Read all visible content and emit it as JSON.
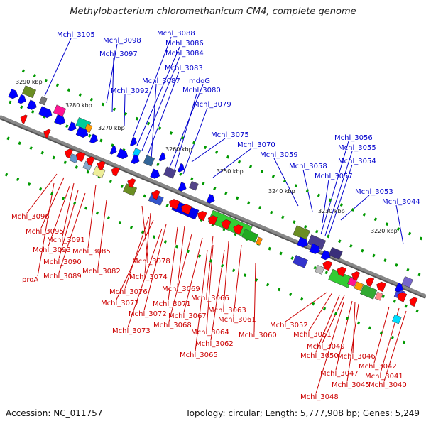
{
  "title": "Methylobacterium chloromethanicum CM4, complete genome",
  "footer": {
    "accession": "Accession: NC_011757",
    "topology": "Topology: circular; Length: 5,777,908 bp; Genes: 5,249"
  },
  "colors": {
    "top_labels": "#0000cc",
    "bottom_labels": "#cc0000",
    "backbone": "#888888",
    "forward_genes": "#0000ff",
    "reverse_genes": "#ff0000",
    "ticks": "#009900"
  },
  "ticks": [
    "3290 kbp",
    "3280 kbp",
    "3270 kbp",
    "3260 kbp",
    "3250 kbp",
    "3240 kbp",
    "3230 kbp",
    "3220 kbp"
  ],
  "top_labels": [
    "Mchl_3105",
    "Mchl_3098",
    "Mchl_3097",
    "Mchl_3088",
    "Mchl_3086",
    "Mchl_3084",
    "Mchl_3083",
    "Mchl_3092",
    "Mchl_3087",
    "mdoG",
    "Mchl_3080",
    "Mchl_3079",
    "Mchl_3075",
    "Mchl_3070",
    "Mchl_3059",
    "Mchl_3058",
    "Mchl_3056",
    "Mchl_3055",
    "Mchl_3054",
    "Mchl_3057",
    "Mchl_3053",
    "Mchl_3044"
  ],
  "bottom_labels": [
    "Mchl_3096",
    "Mchl_3095",
    "Mchl_3091",
    "Mchl_3093",
    "Mchl_3090",
    "proA",
    "Mchl_3089",
    "Mchl_3085",
    "Mchl_3082",
    "Mchl_3078",
    "Mchl_3074",
    "Mchl_3076",
    "Mchl_3077",
    "Mchl_3071",
    "Mchl_3069",
    "Mchl_3072",
    "Mchl_3073",
    "Mchl_3068",
    "Mchl_3067",
    "Mchl_3066",
    "Mchl_3063",
    "Mchl_3061",
    "Mchl_3064",
    "Mchl_3065",
    "Mchl_3062",
    "Mchl_3060",
    "Mchl_3052",
    "Mchl_3051",
    "Mchl_3049",
    "Mchl_3050",
    "Mchl_3046",
    "Mchl_3047",
    "Mchl_3048",
    "Mchl_3045",
    "Mchl_3042",
    "Mchl_3041",
    "Mchl_3040"
  ]
}
